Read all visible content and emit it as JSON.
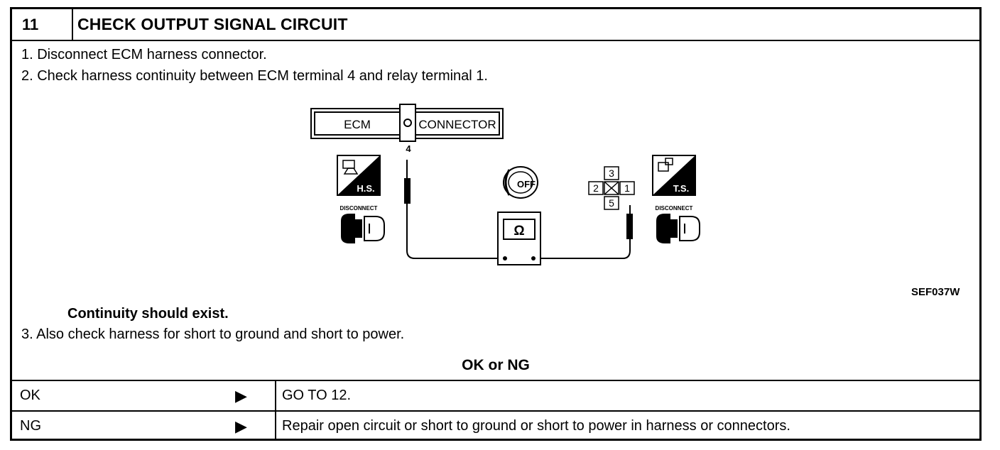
{
  "header": {
    "number": "11",
    "title": "CHECK OUTPUT SIGNAL CIRCUIT"
  },
  "steps": [
    "1.  Disconnect ECM harness connector.",
    "2.  Check harness continuity between ECM terminal 4 and relay terminal 1."
  ],
  "diagram": {
    "ecm_label": "ECM",
    "connector_label": "CONNECTOR",
    "ecm_terminal": "4",
    "hs_label": "H.S.",
    "ts_label": "T.S.",
    "disconnect_left": "DISCONNECT",
    "disconnect_right": "DISCONNECT",
    "ignition": "OFF",
    "meter_symbol": "Ω",
    "relay_terminals": {
      "top": "3",
      "left": "2",
      "right": "1",
      "bottom": "5"
    },
    "figure_id": "SEF037W"
  },
  "note": "Continuity should exist.",
  "step3": "3.  Also check harness for short to ground and short to power.",
  "result_header": "OK or NG",
  "rows": [
    {
      "key": "OK",
      "arrow": "▶",
      "action": "GO TO 12."
    },
    {
      "key": "NG",
      "arrow": "▶",
      "action": "Repair open circuit or short to ground or short to power in harness or connectors."
    }
  ]
}
